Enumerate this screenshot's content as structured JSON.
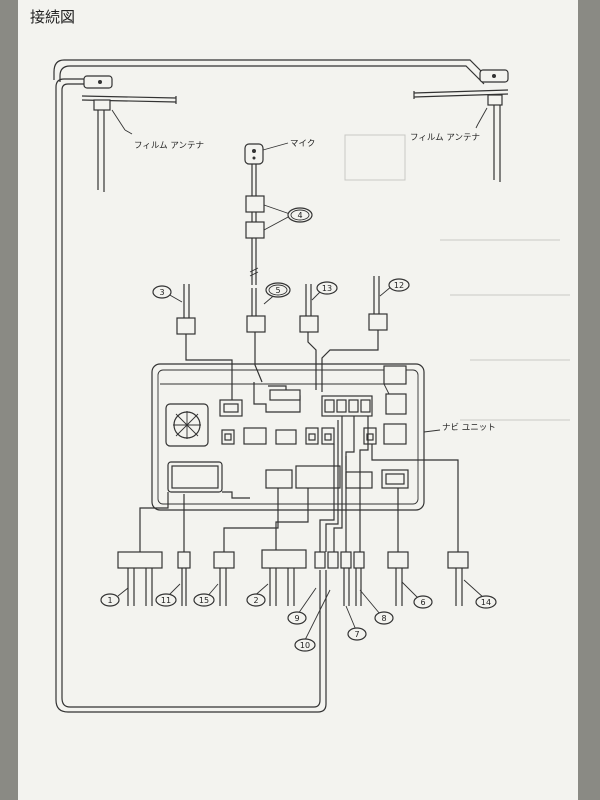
{
  "page": {
    "title": "接続図"
  },
  "labels": {
    "antenna_left": "フィルム アンテナ",
    "antenna_right": "フィルム アンテナ",
    "mic": "マイク",
    "navi_unit": "ナビ ユニット"
  },
  "callouts": [
    "1",
    "2",
    "3",
    "4",
    "5",
    "6",
    "7",
    "8",
    "9",
    "10",
    "11",
    "12",
    "13",
    "14",
    "15"
  ]
}
